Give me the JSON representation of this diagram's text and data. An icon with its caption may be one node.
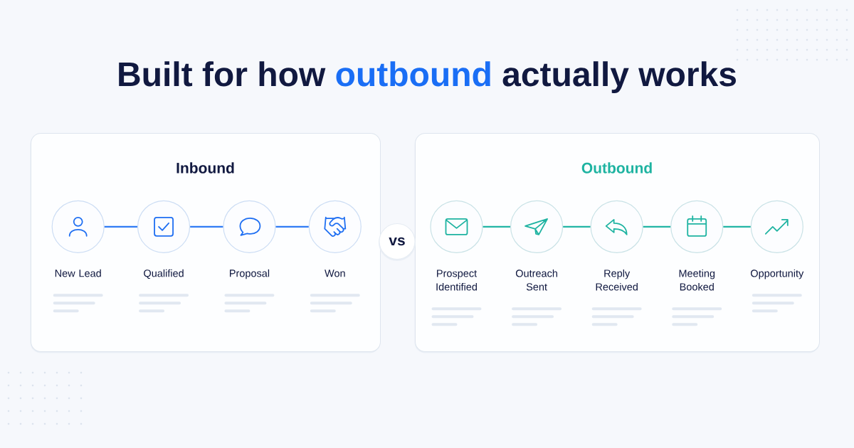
{
  "diagram": {
    "title": "Built for how outbound actually works",
    "nodes": [
      {
        "text": [
          "Inbound"
        ]
      },
      {
        "text": [
          "New Lead"
        ],
        "in": 0
      },
      {
        "text": [
          "Qualified"
        ],
        "in": 0
      },
      {
        "text": [
          "Proposal"
        ],
        "in": 0
      },
      {
        "text": [
          "Won"
        ],
        "in": 0
      },
      {
        "text": [
          "vs"
        ]
      },
      {
        "text": [
          "Outbound"
        ]
      },
      {
        "text": [
          "Prospect Identified"
        ],
        "in": 6
      },
      {
        "text": [
          "Outreach Sent"
        ],
        "in": 6
      },
      {
        "text": [
          "Reply Received"
        ],
        "in": 6
      },
      {
        "text": [
          "Meeting Booked"
        ],
        "in": 6
      },
      {
        "text": [
          "Opportunity"
        ],
        "in": 6
      }
    ],
    "edges": [
      {
        "from": 1,
        "to": 2,
        "arrow": "none",
        "color": "#2f7bf5"
      },
      {
        "from": 2,
        "to": 3,
        "arrow": "none",
        "color": "#2f7bf5"
      },
      {
        "from": 3,
        "to": 4,
        "arrow": "none",
        "color": "#2f7bf5"
      },
      {
        "from": 7,
        "to": 8,
        "arrow": "none"
      },
      {
        "from": 8,
        "to": 9,
        "arrow": "none"
      },
      {
        "from": 9,
        "to": 10,
        "arrow": "none"
      },
      {
        "from": 10,
        "to": 11,
        "arrow": "none"
      }
    ]
  }
}
